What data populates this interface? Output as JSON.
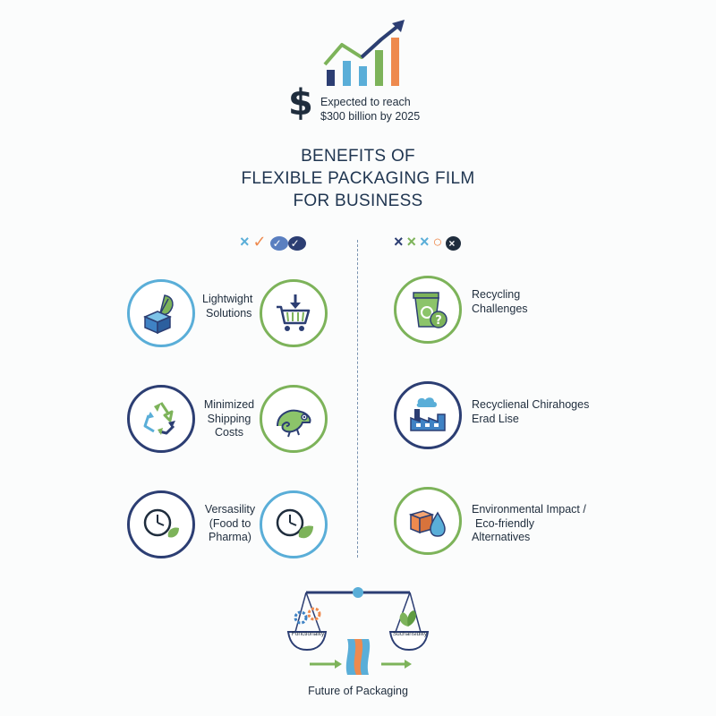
{
  "market": {
    "line1": "Expected to reach",
    "line2": "$300 billion by 2025",
    "currency_symbol": "$"
  },
  "title": {
    "line1": "BENEFITS OF",
    "line2": "FLEXIBLE PACKAGING FILM",
    "line3": "FOR BUSINESS"
  },
  "left_marks": [
    "×",
    "✓",
    "✓",
    "✓"
  ],
  "right_marks": [
    "×",
    "×",
    "×",
    "○",
    "×"
  ],
  "benefits": [
    {
      "line1": "Lightwight",
      "line2": "Solutions",
      "line3": ""
    },
    {
      "line1": "Minimized",
      "line2": "Shipping",
      "line3": "Costs"
    },
    {
      "line1": "Versasility",
      "line2": "(Food to",
      "line3": "Pharma)"
    }
  ],
  "challenges": [
    {
      "line1": "Recycling",
      "line2": "Challenges",
      "line3": ""
    },
    {
      "line1": "Recyclienal Chirahoges",
      "line2": "Erad Lise",
      "line3": ""
    },
    {
      "line1": "Environmental Impact /",
      "line2": "Eco-friendly",
      "line3": "Alternatives"
    }
  ],
  "scale": {
    "left_pan_label": "Fonctionality",
    "right_pan_label": "Suchansidiity"
  },
  "footer": "Future of Packaging",
  "colors": {
    "navy": "#2c3e73",
    "green": "#7db35a",
    "blue": "#5aaed8",
    "orange": "#ee8a4e",
    "title": "#1f3550"
  }
}
